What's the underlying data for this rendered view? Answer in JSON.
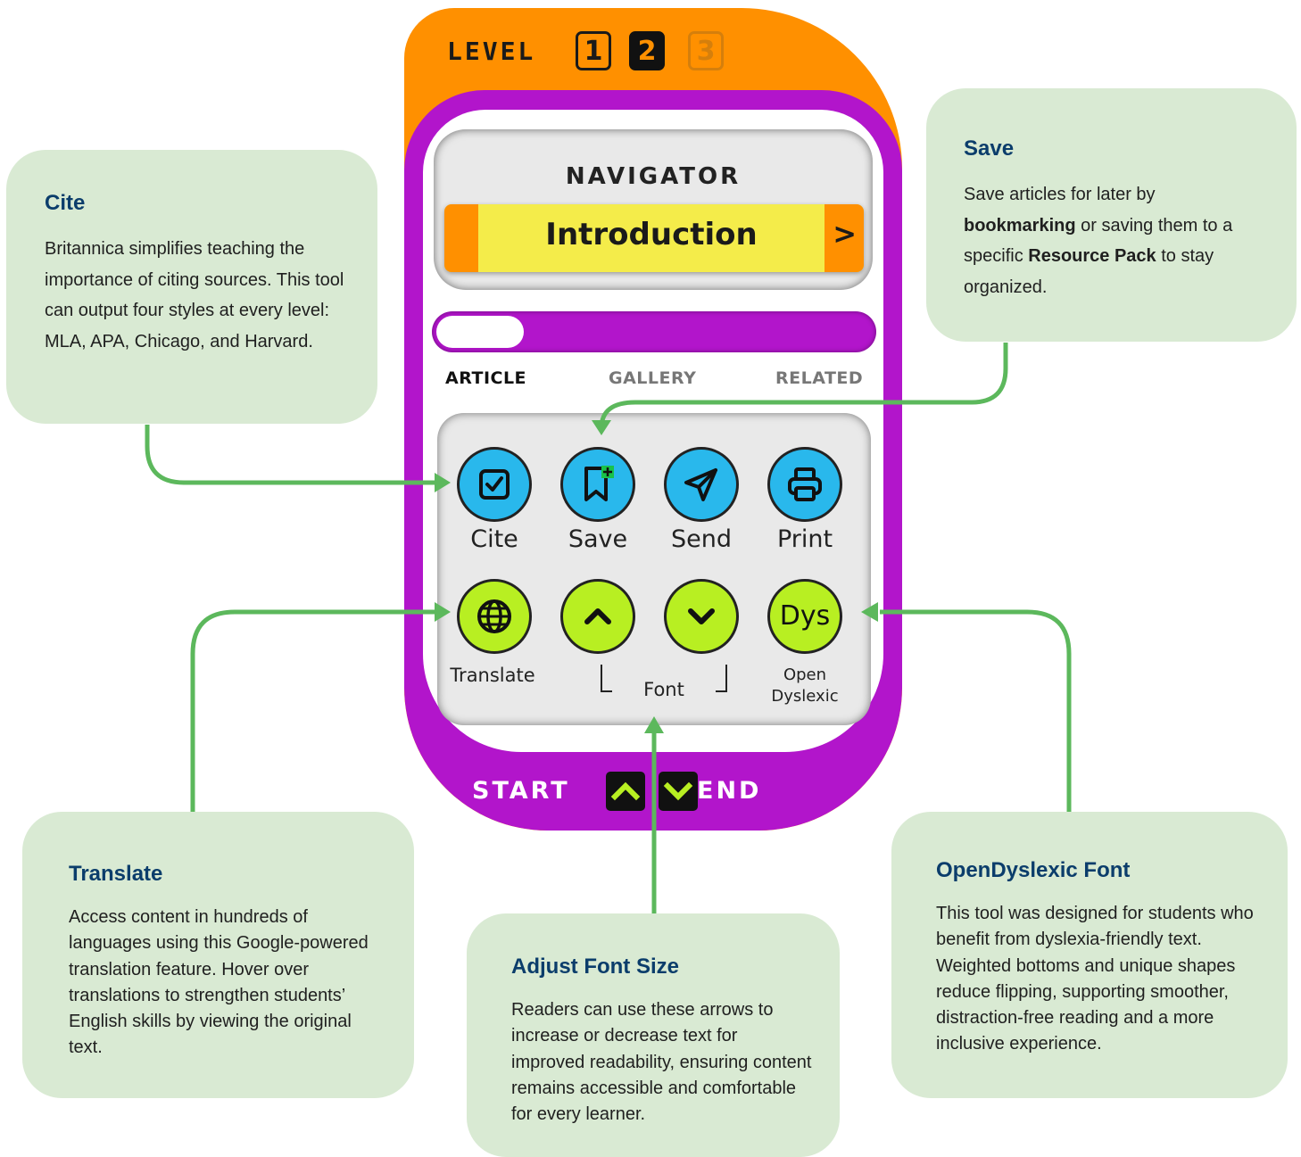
{
  "device": {
    "level_label": "LEVEL",
    "levels": [
      {
        "label": "1",
        "state": "available"
      },
      {
        "label": "2",
        "state": "selected"
      },
      {
        "label": "3",
        "state": "disabled"
      }
    ],
    "navigator_title": "NAVIGATOR",
    "section": "Introduction",
    "next_glyph": ">",
    "progress_fraction": 0.2,
    "tabs": [
      "ARTICLE",
      "GALLERY",
      "RELATED"
    ],
    "active_tab": "ARTICLE",
    "tools": {
      "cite": "Cite",
      "save": "Save",
      "send": "Send",
      "print": "Print",
      "translate": "Translate",
      "font": "Font",
      "dys_icon": "Dys",
      "open": "Open",
      "dyslexic": "Dyslexic"
    },
    "start_label": "START",
    "end_label": "END"
  },
  "callouts": {
    "cite": {
      "title": "Cite",
      "text": "Britannica simplifies teaching the importance of citing sources. This tool can output four styles at every level: MLA, APA, Chicago, and Harvard."
    },
    "save": {
      "title": "Save",
      "text_1": "Save articles for later by ",
      "bold_1": "bookmarking",
      "text_2": " or saving them to a specific ",
      "bold_2": "Resource Pack",
      "text_3": " to stay organized."
    },
    "translate": {
      "title": "Translate",
      "text": "Access content in hundreds of languages using this Google-powered translation feature. Hover over translations to strengthen students’ English skills by viewing the original text."
    },
    "font": {
      "title": "Adjust Font Size",
      "text": "Readers can use these arrows to increase or decrease text for improved readability, ensuring content remains accessible and comfortable for every learner."
    },
    "dyslexic": {
      "title": "OpenDyslexic Font",
      "text": "This tool was designed for students who benefit from dyslexia-friendly text. Weighted bottoms and unique shapes reduce flipping, supporting smoother, distraction-free reading and a more inclusive experience."
    }
  },
  "colors": {
    "card_bg": "#d9ead3",
    "card_title": "#0b3d6b",
    "connector": "#5cb85c",
    "orange": "#ff9000",
    "purple": "#b215cb",
    "blue_button": "#29b8ec",
    "green_button": "#b8ef22"
  }
}
